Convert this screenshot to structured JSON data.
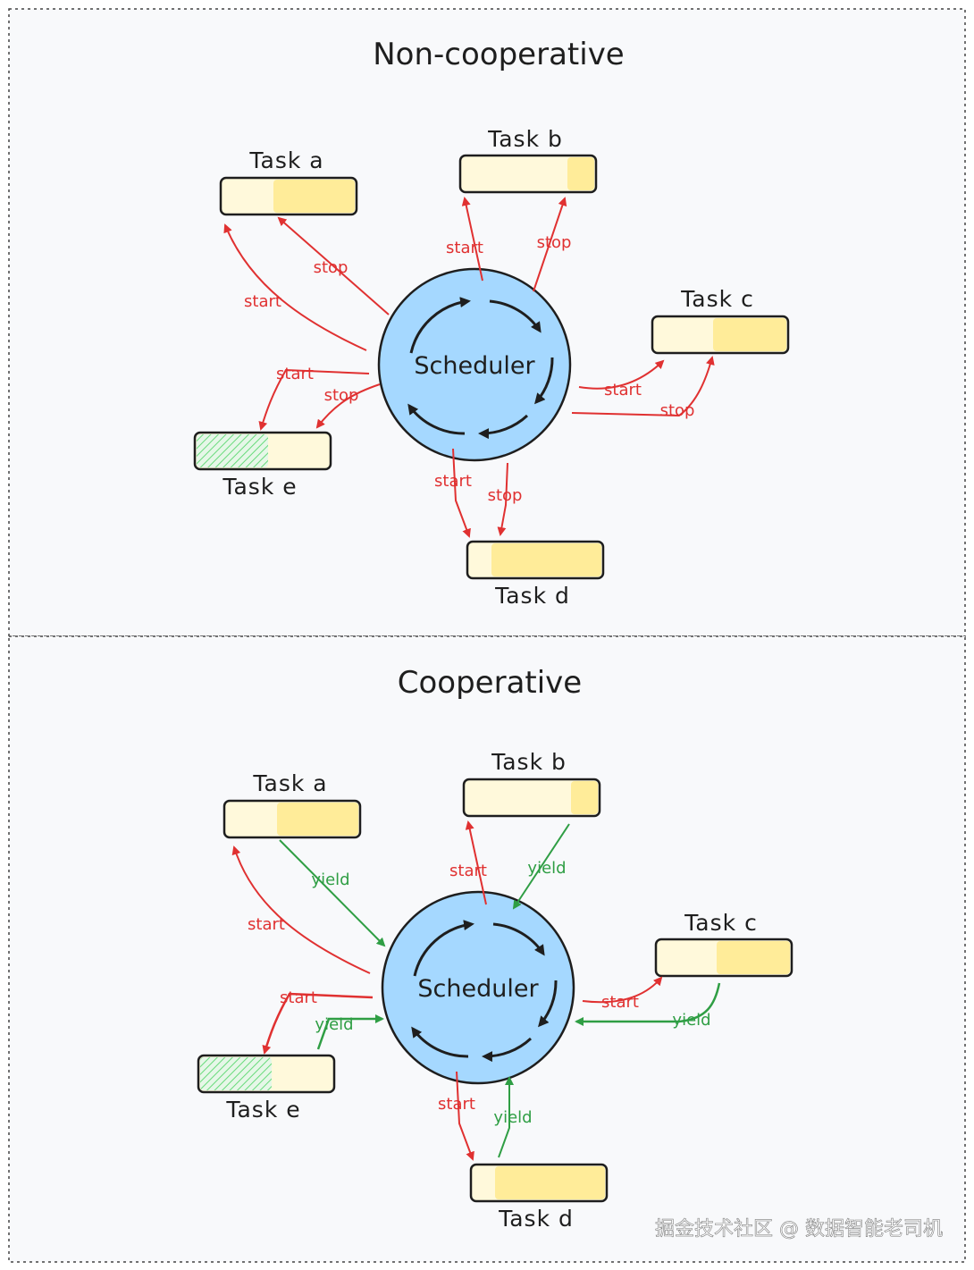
{
  "colors": {
    "background": "#f8f9fb",
    "scheduler_fill": "#a5d8ff",
    "task_fill": "#ffec99",
    "task_fill_light": "#fff9db",
    "task_done_hatch": "#b2f2bb",
    "start_color": "#e03131",
    "stop_color": "#e03131",
    "yield_color": "#2f9e44",
    "ink": "#1e1e1e"
  },
  "panels": [
    {
      "title": "Non-cooperative",
      "scheduler": "Scheduler",
      "tasks": {
        "a": "Task a",
        "b": "Task b",
        "c": "Task c",
        "d": "Task d",
        "e": "Task e"
      },
      "edges": {
        "a_start": "start",
        "a_stop": "stop",
        "b_start": "start",
        "b_stop": "stop",
        "c_start": "start",
        "c_stop": "stop",
        "d_start": "start",
        "d_stop": "stop",
        "e_start": "start",
        "e_stop": "stop"
      }
    },
    {
      "title": "Cooperative",
      "scheduler": "Scheduler",
      "tasks": {
        "a": "Task a",
        "b": "Task b",
        "c": "Task c",
        "d": "Task d",
        "e": "Task e"
      },
      "edges": {
        "a_start": "start",
        "a_yield": "yield",
        "b_start": "start",
        "b_yield": "yield",
        "c_start": "start",
        "c_yield": "yield",
        "d_start": "start",
        "d_yield": "yield",
        "e_start": "start",
        "e_yield": "yield"
      }
    }
  ],
  "watermark": "掘金技术社区 @ 数据智能老司机"
}
